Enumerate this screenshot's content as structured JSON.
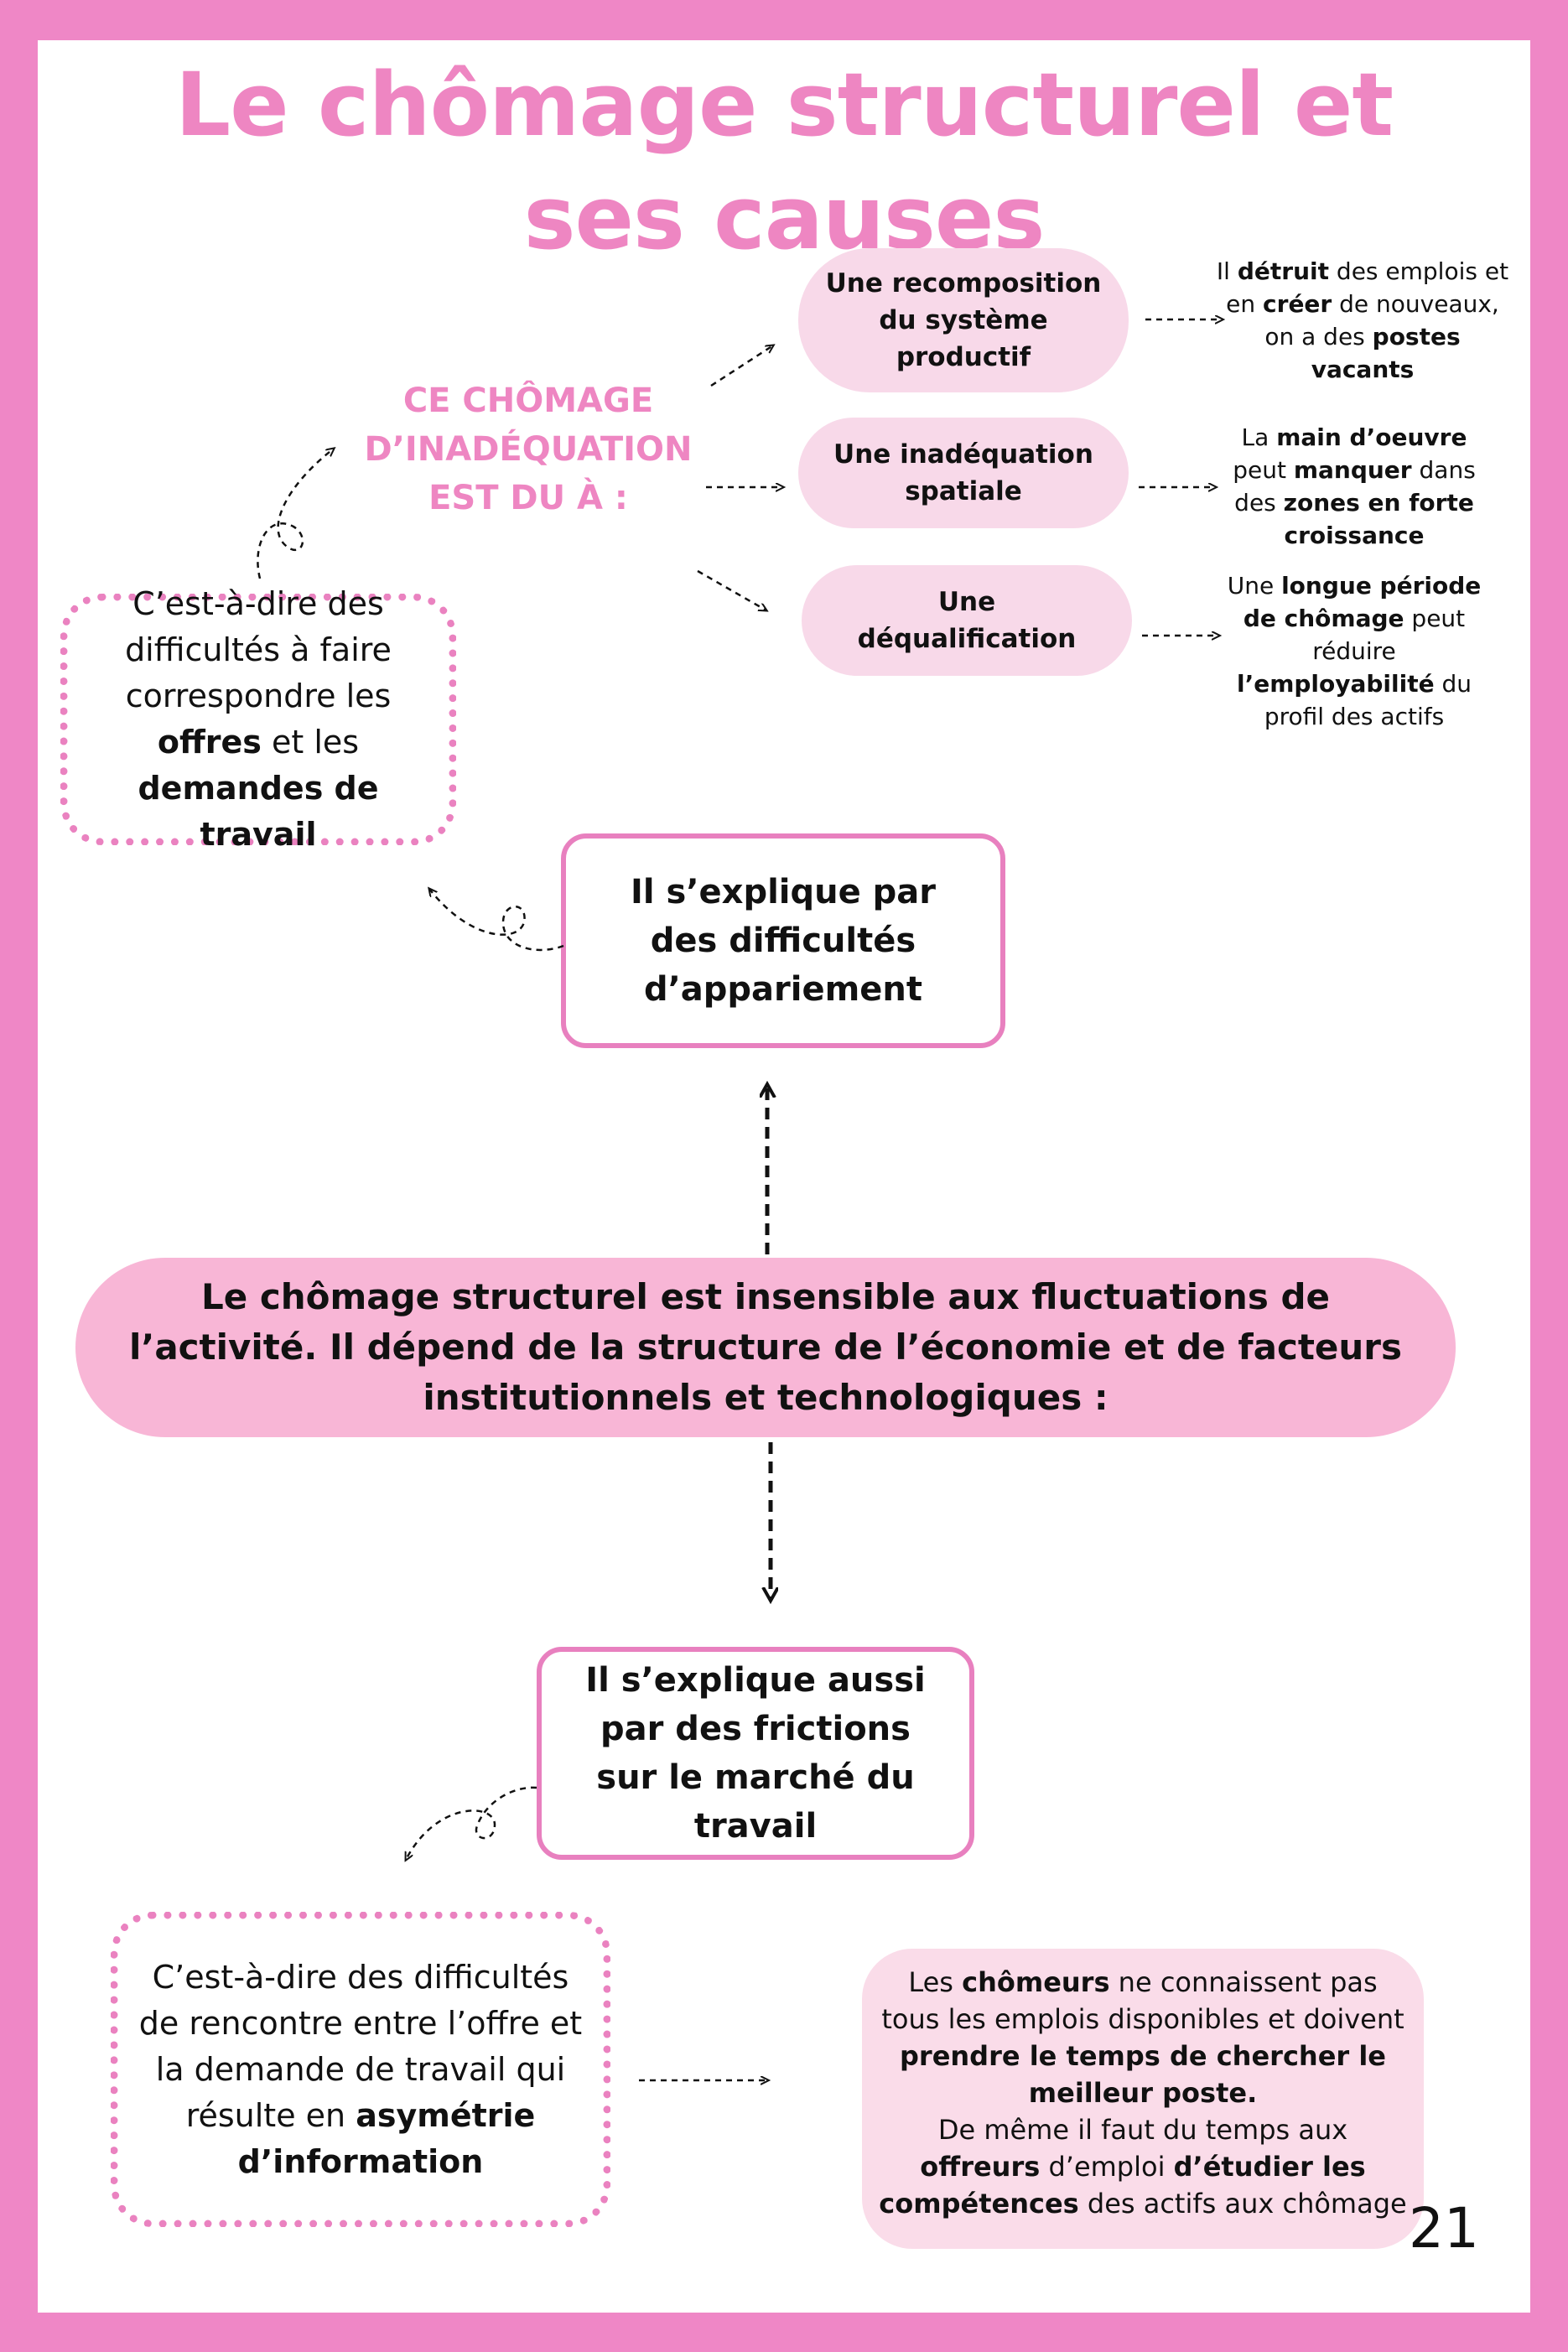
{
  "title": {
    "line1": "Le chômage structurel et",
    "line2": "ses causes"
  },
  "inadequation": {
    "heading": [
      "CE CHÔMAGE",
      "D’INADÉQUATION",
      "EST DU À :"
    ],
    "causes": [
      {
        "label": "Une recomposition du système productif",
        "note": [
          {
            "t": "Il ",
            "b": false
          },
          {
            "t": "détruit",
            "b": true
          },
          {
            "t": " des emplois et en ",
            "b": false
          },
          {
            "t": "créer",
            "b": true
          },
          {
            "t": " de nouveaux, on a des ",
            "b": false
          },
          {
            "t": "postes vacants",
            "b": true
          }
        ]
      },
      {
        "label": "Une inadéquation spatiale",
        "note": [
          {
            "t": "La ",
            "b": false
          },
          {
            "t": "main d’oeuvre",
            "b": true
          },
          {
            "t": " peut ",
            "b": false
          },
          {
            "t": "manquer",
            "b": true
          },
          {
            "t": " dans des ",
            "b": false
          },
          {
            "t": "zones en forte croissance",
            "b": true
          }
        ]
      },
      {
        "label": "Une déqualification",
        "note": [
          {
            "t": "Une ",
            "b": false
          },
          {
            "t": "longue période de chômage",
            "b": true
          },
          {
            "t": " peut réduire ",
            "b": false
          },
          {
            "t": "l’employabilité",
            "b": true
          },
          {
            "t": " du profil des actifs",
            "b": false
          }
        ]
      }
    ]
  },
  "definition_matching": [
    {
      "t": "C’est-à-dire des difficultés à faire correspondre les ",
      "b": false
    },
    {
      "t": "offres",
      "b": true
    },
    {
      "t": " et les ",
      "b": false
    },
    {
      "t": "demandes de travail",
      "b": true
    }
  ],
  "appariement_box": "Il s’explique par des difficultés d’appariement",
  "central_statement": "Le chômage structurel est insensible aux fluctuations de l’activité. Il dépend de la structure de l’économie et de facteurs institutionnels et technologiques :",
  "frictions_box": "Il s’explique aussi par des frictions sur le marché du travail",
  "definition_frictions": [
    {
      "t": "C’est-à-dire des difficultés de rencontre entre l’offre et la demande de travail qui résulte en ",
      "b": false
    },
    {
      "t": "asymétrie d’information",
      "b": true
    }
  ],
  "frictions_info": [
    {
      "t": "Les ",
      "b": false
    },
    {
      "t": "chômeurs",
      "b": true
    },
    {
      "t": " ne connaissent pas tous les emplois disponibles et doivent ",
      "b": false
    },
    {
      "t": "prendre le temps de chercher le meilleur poste.",
      "b": true
    },
    {
      "t": "\nDe même il faut du temps aux ",
      "b": false
    },
    {
      "t": "offreurs",
      "b": true
    },
    {
      "t": " d’emploi ",
      "b": false
    },
    {
      "t": "d’étudier les compétences",
      "b": true
    },
    {
      "t": " des actifs aux chômage",
      "b": false
    }
  ],
  "page_number": "21",
  "colors": {
    "frame": "#ef87c6",
    "title": "#ee86c2",
    "pill_light": "#f8d9e9",
    "pill_strong": "#f8b6d6",
    "box_border": "#e880bf"
  }
}
